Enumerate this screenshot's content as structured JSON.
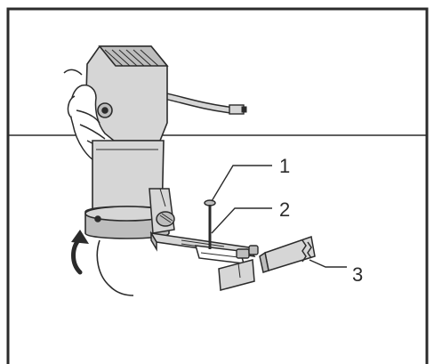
{
  "callouts": {
    "one": "1",
    "two": "2",
    "three": "3"
  },
  "colors": {
    "line": "#2b2b2b",
    "fill_light": "#d6d6d6",
    "fill_mid": "#bdbdbd",
    "paper": "#ffffff"
  },
  "icons": {
    "rotation_arrow": "curved-arrow-icon"
  }
}
